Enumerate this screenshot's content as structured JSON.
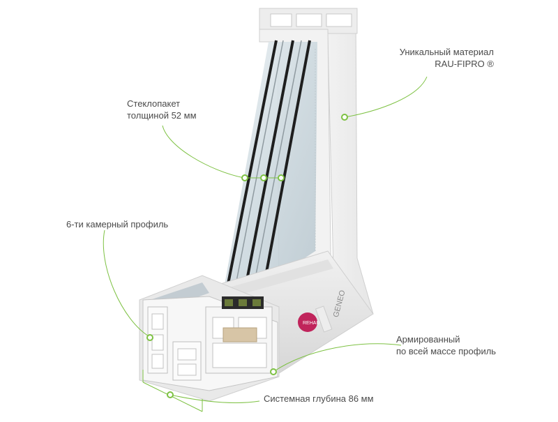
{
  "callouts": {
    "material": {
      "line1": "Уникальный материал",
      "line2": "RAU-FIPRO ®"
    },
    "glass": {
      "line1": "Стеклопакет",
      "line2": "толщиной 52 мм"
    },
    "chamber": {
      "line1": "6-ти камерный профиль"
    },
    "reinforced": {
      "line1": "Армированный",
      "line2": "по всей массе профиль"
    },
    "depth": {
      "line1": "Системная глубина 86 мм"
    }
  },
  "brand": {
    "logo_text": "GENEO"
  },
  "colors": {
    "accent": "#7dc142",
    "profile": "#f4f4f4",
    "glass": "#c9d6dc",
    "seal": "#1e1e1e"
  }
}
